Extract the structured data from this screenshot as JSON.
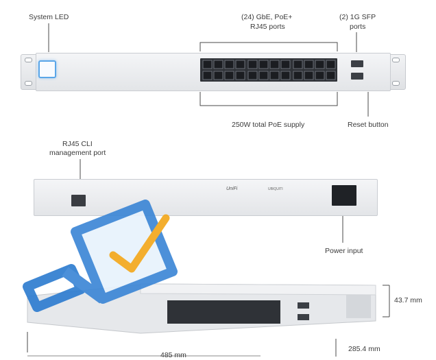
{
  "labels": {
    "system_led": "System LED",
    "gbe_ports_line1": "(24) GbE, PoE+",
    "gbe_ports_line2": "RJ45 ports",
    "sfp_ports_line1": "(2) 1G SFP",
    "sfp_ports_line2": "ports",
    "poe_supply": "250W total PoE supply",
    "reset_button": "Reset button",
    "cli_port_line1": "RJ45 CLI",
    "cli_port_line2": "management port",
    "power_input": "Power input",
    "height": "43.7 mm",
    "width": "485 mm",
    "depth": "285.4 mm"
  },
  "brand": {
    "rear_logo": "UniFi",
    "rear_brand": "UBIQUITI"
  },
  "colors": {
    "led_accent": "#5aa6e8",
    "watermark_blue": "#3d87d6",
    "watermark_check": "#f2a81d",
    "port_dark": "#2f3237"
  },
  "icons": [
    "led-icon",
    "rj45-port-icon",
    "sfp-port-icon",
    "power-socket-icon",
    "checkmark-watermark-icon"
  ]
}
